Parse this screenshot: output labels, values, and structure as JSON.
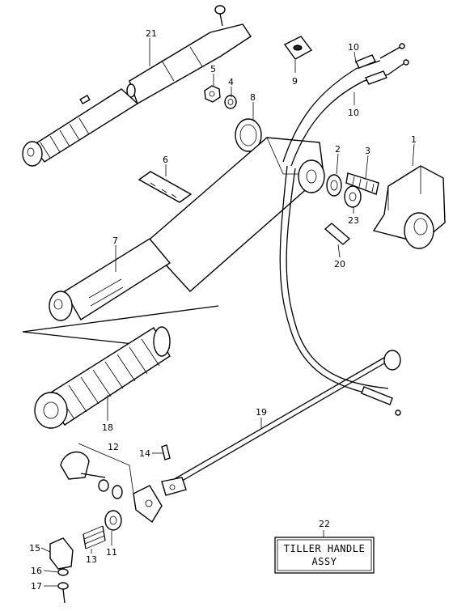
{
  "diagram": {
    "title_box": {
      "line1": "TILLER HANDLE",
      "line2": "ASSY"
    },
    "callouts": {
      "p1": "1",
      "p2": "2",
      "p3": "3",
      "p4": "4",
      "p5": "5",
      "p6": "6",
      "p7": "7",
      "p8": "8",
      "p9": "9",
      "p10a": "10",
      "p10b": "10",
      "p11": "11",
      "p12": "12",
      "p13": "13",
      "p14": "14",
      "p15": "15",
      "p16": "16",
      "p17": "17",
      "p18": "18",
      "p19": "19",
      "p20": "20",
      "p21": "21",
      "p22": "22",
      "p23": "23"
    }
  }
}
